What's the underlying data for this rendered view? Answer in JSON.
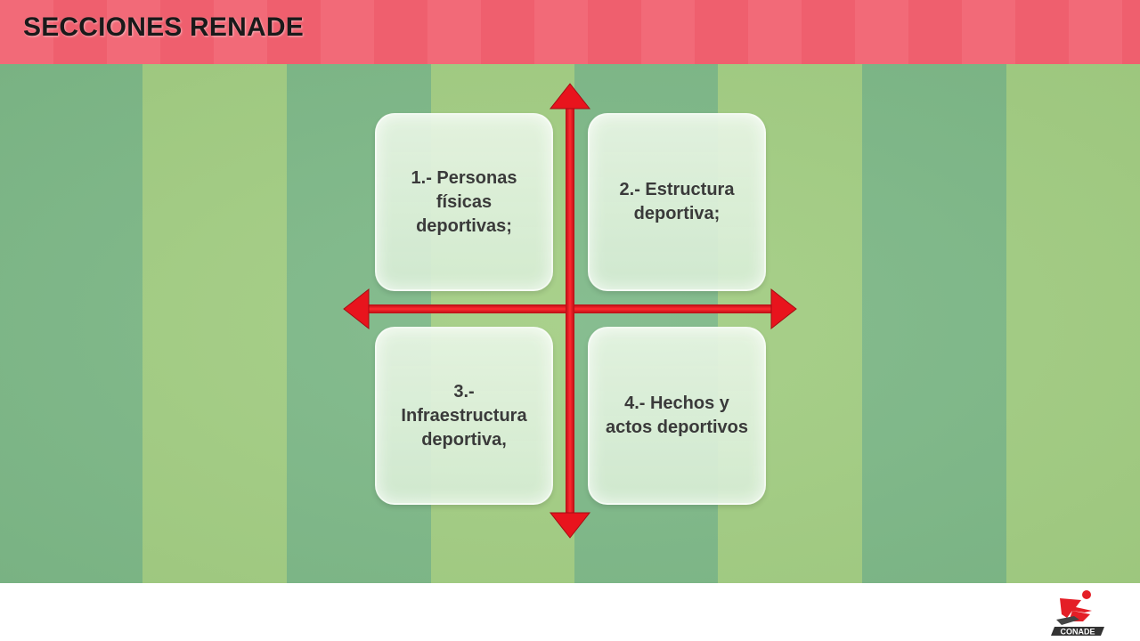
{
  "header": {
    "title": "SECCIONES RENADE"
  },
  "sections": [
    {
      "label": "1.- Personas físicas deportivas;"
    },
    {
      "label": "2.- Estructura deportiva;"
    },
    {
      "label": "3.- Infraestructura deportiva,"
    },
    {
      "label": "4.- Hechos y actos deportivos"
    }
  ],
  "logo": {
    "text": "CONADE"
  },
  "colors": {
    "header": "#f26a78",
    "arrow": "#e8141d",
    "stripe_dark": "#7db887",
    "stripe_light": "#a2cd82",
    "box_fill": "#e2f1dd",
    "logo_red": "#e41e26",
    "logo_gray": "#444444"
  }
}
